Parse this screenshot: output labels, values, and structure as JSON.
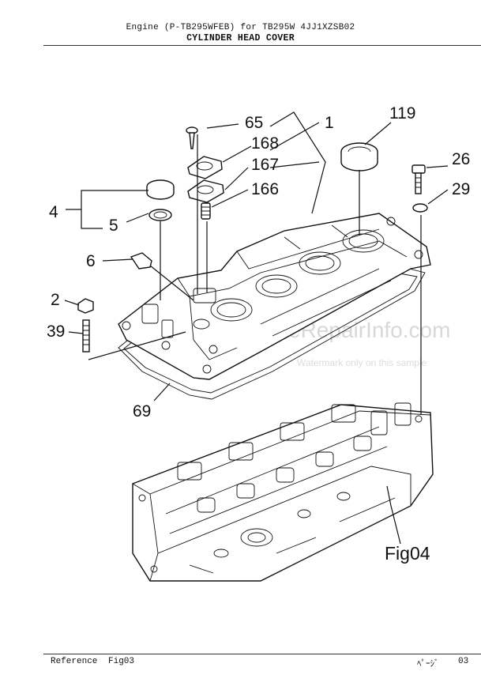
{
  "header": {
    "line1": "Engine  (P-TB295WFEB)  for TB295W  4JJ1XZSB02",
    "line2": "CYLINDER HEAD COVER"
  },
  "callouts": {
    "c65": "65",
    "c1": "1",
    "c168": "168",
    "c167": "167",
    "c166": "166",
    "c119": "119",
    "c26": "26",
    "c29": "29",
    "c4": "4",
    "c5": "5",
    "c6": "6",
    "c2": "2",
    "c39": "39",
    "c69": "69",
    "fig04": "Fig04"
  },
  "watermark": {
    "site": "eRepairInfo.com",
    "note": "Watermark only on this sample"
  },
  "footer": {
    "reference_label": "Reference",
    "reference_value": "Fig03",
    "page_label": "ﾍﾟｰｼﾞ",
    "page_value": "03"
  }
}
